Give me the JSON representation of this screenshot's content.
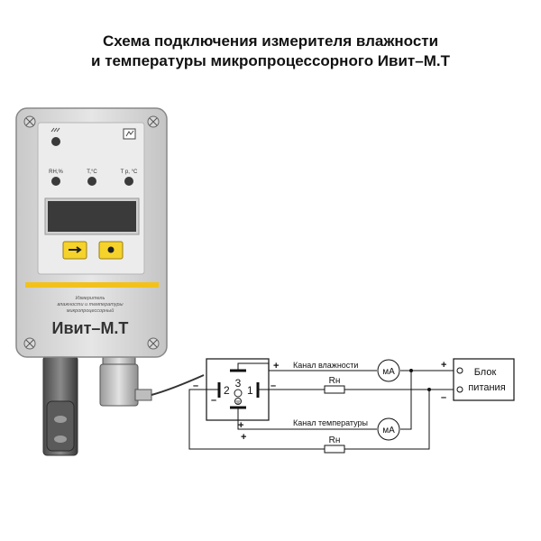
{
  "title": {
    "line1": "Схема подключения измерителя  влажности",
    "line2": "и температуры    микропроцессорного Ивит–М.Т"
  },
  "device": {
    "indicators": [
      "RH,%",
      "T,°C",
      "T р, °C"
    ],
    "caption_lines": [
      "Измеритель",
      "влажности и температуры",
      "микропроцессорный"
    ],
    "model": "Ивит–М.Т",
    "colors": {
      "body": "#dcdcdc",
      "stripe": "#f2c21b",
      "buttons": "#f5d32a",
      "display": "#3a3a3a"
    }
  },
  "connector": {
    "pins": [
      "2",
      "3",
      "1"
    ],
    "signs": [
      "+",
      "–",
      "+",
      "–"
    ]
  },
  "wiring": {
    "channel_humidity": "Канал влажности",
    "channel_temperature": "Канал температуры",
    "meter": "мА",
    "resistor": "Rн",
    "psu_line1": "Блок",
    "psu_line2": "питания",
    "psu_plus": "+",
    "psu_minus": "–",
    "line_plus": "+",
    "line_minus": "–"
  }
}
